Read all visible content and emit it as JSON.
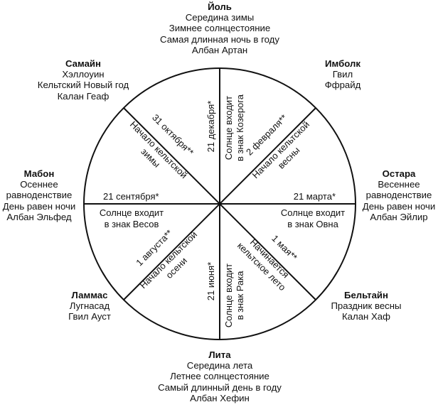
{
  "festivals": {
    "yule": {
      "name": "Йоль",
      "lines": [
        "Середина зимы",
        "Зимнее солнцестояние",
        "Самая длинная ночь в году",
        "Албан Артан"
      ]
    },
    "imbolc": {
      "name": "Имболк",
      "lines": [
        "Гвил",
        "Ффрайд"
      ]
    },
    "ostara": {
      "name": "Остара",
      "lines": [
        "Весеннее",
        "равноденствие",
        "День равен ночи",
        "Албан Эйлир"
      ]
    },
    "beltane": {
      "name": "Бельтайн",
      "lines": [
        "Праздник весны",
        "Калан Хаф"
      ]
    },
    "litha": {
      "name": "Лита",
      "lines": [
        "Середина лета",
        "Летнее солнцестояние",
        "Самый длинный день в году",
        "Албан Хефин"
      ]
    },
    "lammas": {
      "name": "Ламмас",
      "lines": [
        "Лугнасад",
        "Гвил Ауст"
      ]
    },
    "mabon": {
      "name": "Мабон",
      "lines": [
        "Осеннее",
        "равноденствие",
        "День равен ночи",
        "Албан Эльфед"
      ]
    },
    "samhain": {
      "name": "Самайн",
      "lines": [
        "Хэллоуин",
        "Кельтский Новый год",
        "Калан Геаф"
      ]
    }
  },
  "spokes": {
    "top_date": "21 декабря*",
    "top_desc": [
      "Солнце входит",
      "в знак Козерога"
    ],
    "top_right_date": "2 февраля**",
    "top_right_desc": [
      "Начало кельтской",
      "весны"
    ],
    "right_date": "21 марта*",
    "right_desc": [
      "Солнце входит",
      "в знак Овна"
    ],
    "bottom_right_date": "1 мая**",
    "bottom_right_desc": [
      "Начинается",
      "кельтское лето"
    ],
    "bottom_date": "21 июня*",
    "bottom_desc": [
      "Солнце входит",
      "в знак Рака"
    ],
    "bottom_left_date": "1 августа**",
    "bottom_left_desc": [
      "Начало кельтской",
      "осени"
    ],
    "left_date": "21 сентября*",
    "left_desc": [
      "Солнце входит",
      "в знак Весов"
    ],
    "top_left_date": "31 октября**",
    "top_left_desc": [
      "Начало кельтской",
      "зимы"
    ]
  }
}
